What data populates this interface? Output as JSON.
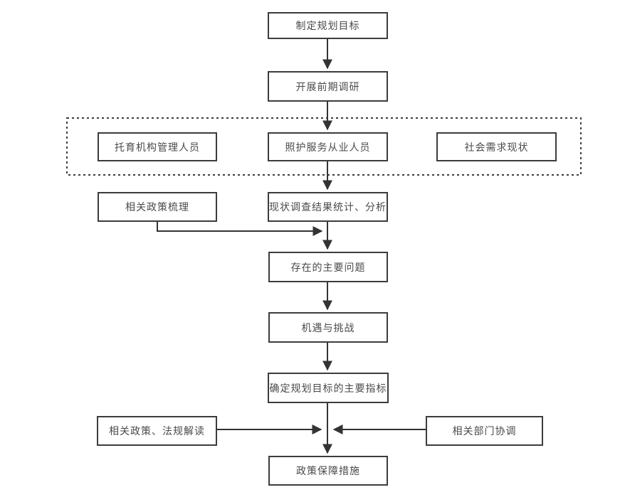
{
  "diagram": {
    "type": "flowchart",
    "colors": {
      "node_border": "#3c3c3c",
      "node_text": "#4a4a4a",
      "connector": "#333333",
      "background": "#ffffff",
      "group_border_style": "dashed"
    },
    "nodes": [
      {
        "id": "goal",
        "label": "制定规划目标"
      },
      {
        "id": "research",
        "label": "开展前期调研"
      },
      {
        "id": "managers",
        "label": "托育机构管理人员"
      },
      {
        "id": "practitioners",
        "label": "照护服务从业人员"
      },
      {
        "id": "social",
        "label": "社会需求现状"
      },
      {
        "id": "policy_review",
        "label": "相关政策梳理"
      },
      {
        "id": "stats",
        "label": "现状调查结果统计、分析"
      },
      {
        "id": "problems",
        "label": "存在的主要问题"
      },
      {
        "id": "opportunities",
        "label": "机遇与挑战"
      },
      {
        "id": "indicators",
        "label": "确定规划目标的主要指标"
      },
      {
        "id": "interpretation",
        "label": "相关政策、法规解读"
      },
      {
        "id": "coordination",
        "label": "相关部门协调"
      },
      {
        "id": "safeguard",
        "label": "政策保障措施"
      }
    ],
    "group": {
      "members": [
        "managers",
        "practitioners",
        "social"
      ],
      "label": ""
    },
    "edges": [
      {
        "from": "goal",
        "to": "research"
      },
      {
        "from": "research",
        "to": "practitioners"
      },
      {
        "from": "practitioners",
        "to": "stats"
      },
      {
        "from": "stats",
        "to": "problems"
      },
      {
        "from": "policy_review",
        "to": "problems"
      },
      {
        "from": "problems",
        "to": "opportunities"
      },
      {
        "from": "opportunities",
        "to": "indicators"
      },
      {
        "from": "indicators",
        "to": "safeguard"
      },
      {
        "from": "interpretation",
        "to": "safeguard"
      },
      {
        "from": "coordination",
        "to": "safeguard"
      }
    ]
  }
}
